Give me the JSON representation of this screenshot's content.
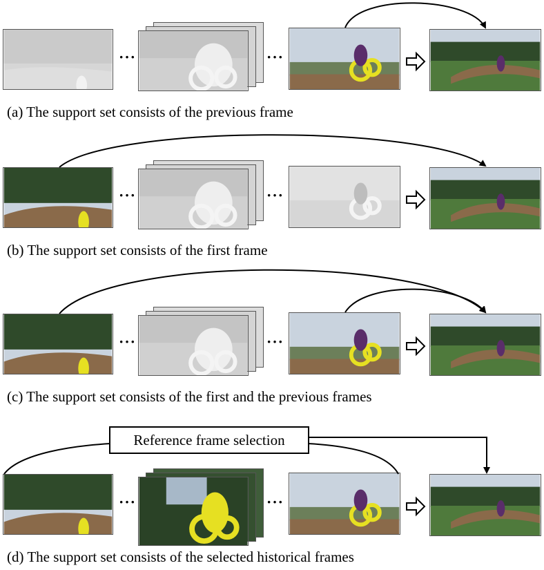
{
  "panels": [
    {
      "id": "a",
      "caption": "(a) The support set consists of the previous frame"
    },
    {
      "id": "b",
      "caption": "(b) The support set consists of the first frame"
    },
    {
      "id": "c",
      "caption": "(c) The support set consists of the first and the previous frames"
    },
    {
      "id": "d",
      "caption": "(d) The support set consists of the selected historical frames"
    }
  ],
  "selection_box": {
    "label": "Reference frame selection"
  },
  "ellipsis": "···",
  "colors": {
    "mask": "#e6e022",
    "grass": "#4f7a3c",
    "trees": "#2f4a2a",
    "dirt": "#8a6a4a",
    "sky": "#c9d3de",
    "arrow": "#000000"
  }
}
